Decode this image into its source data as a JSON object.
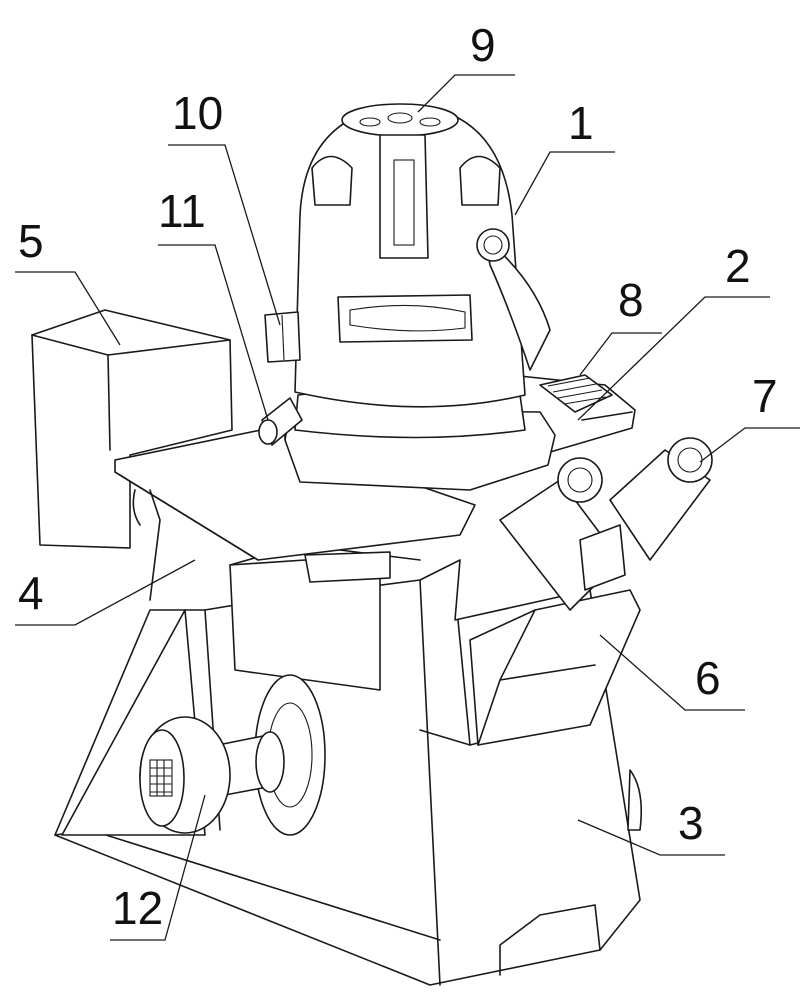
{
  "reference_numerals": {
    "n1": "1",
    "n2": "2",
    "n3": "3",
    "n4": "4",
    "n5": "5",
    "n6": "6",
    "n7": "7",
    "n8": "8",
    "n9": "9",
    "n10": "10",
    "n11": "11",
    "n12": "12"
  },
  "colors": {
    "stroke": "#1a1a1a",
    "fill": "#ffffff"
  }
}
